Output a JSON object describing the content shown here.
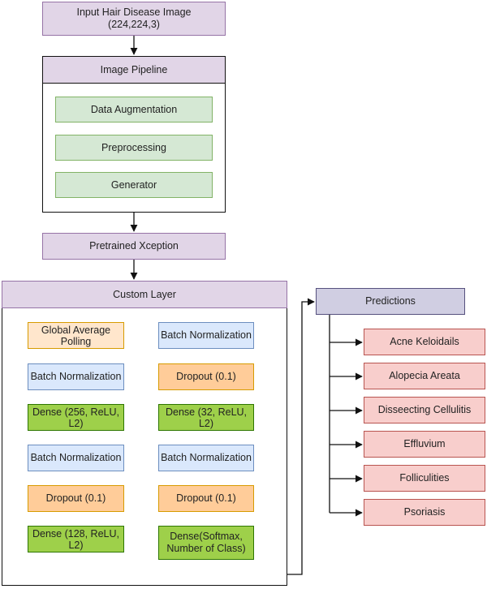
{
  "colors": {
    "purple_fill": "#e1d5e7",
    "purple_border": "#9673a6",
    "green_fill": "#d5e8d4",
    "green_border": "#82b366",
    "blue_fill": "#dae8fc",
    "blue_border": "#6c8ebf",
    "orange_fill": "#ffcc99",
    "orange_border": "#d79b00",
    "lime_fill": "#9ed04a",
    "lime_border": "#2d7600",
    "gray_fill": "#d0cee2",
    "gray_border": "#56517e",
    "pink_fill": "#f8cecc",
    "pink_border": "#b85450",
    "lightorange_fill": "#ffe6cc",
    "lightorange_border": "#d79b00"
  },
  "input": {
    "line1": "Input Hair Disease Image",
    "line2": "(224,224,3)"
  },
  "pipeline": {
    "title": "Image Pipeline",
    "steps": [
      "Data Augmentation",
      "Preprocessing",
      "Generator"
    ]
  },
  "pretrained": "Pretrained Xception",
  "custom_layer": {
    "title": "Custom Layer",
    "left_column": [
      "Global Average Polling",
      "Batch Normalization",
      "Dense (256, ReLU, L2)",
      "Batch Normalization",
      "Dropout (0.1)",
      "Dense (128, ReLU, L2)"
    ],
    "right_column": [
      "Batch Normalization",
      "Dropout (0.1)",
      "Dense (32, ReLU, L2)",
      "Batch Normalization",
      "Dropout (0.1)",
      "Dense(Softmax, Number of Class)"
    ]
  },
  "predictions": {
    "title": "Predictions",
    "classes": [
      "Acne Keloidails",
      "Alopecia Areata",
      "Disseecting Cellulitis",
      "Effluvium",
      "Folliculities",
      "Psoriasis"
    ]
  }
}
